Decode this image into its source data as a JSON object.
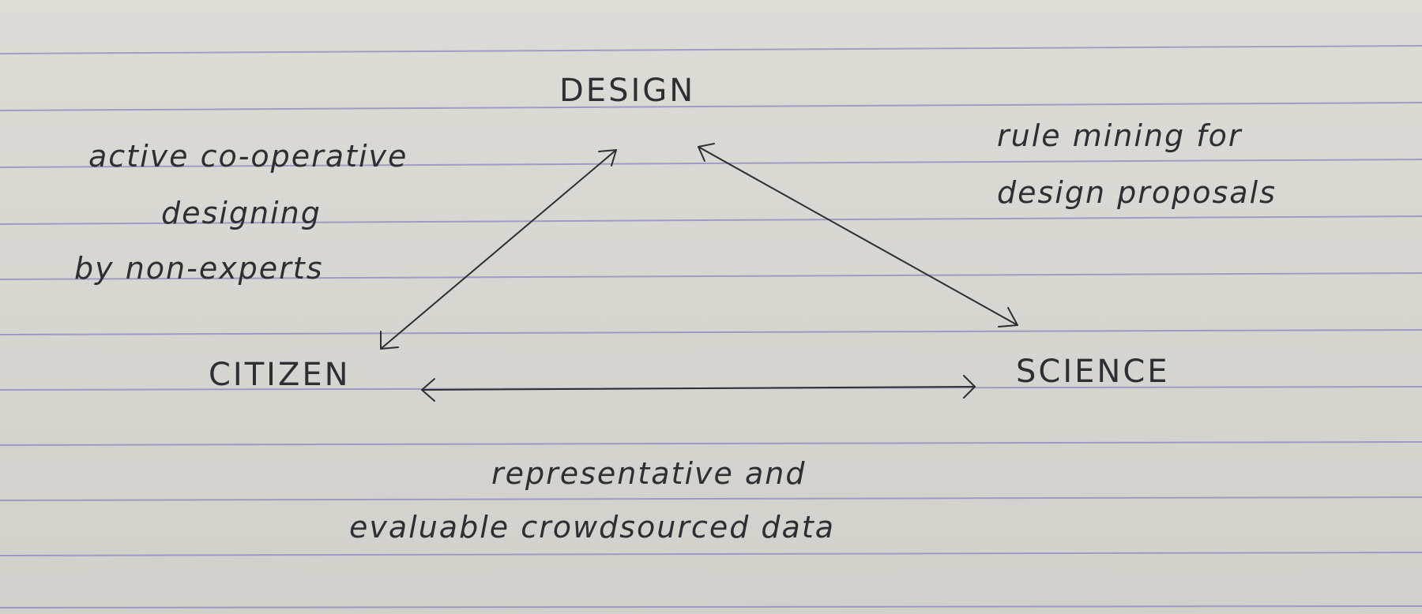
{
  "nodes": {
    "design": "DESIGN",
    "citizen": "CITIZEN",
    "science": "SCIENCE"
  },
  "annotations": {
    "design_citizen": [
      "active co-operative",
      "designing",
      "by non-experts"
    ],
    "design_science": [
      "rule mining for",
      "design proposals"
    ],
    "citizen_science": [
      "representative and",
      "evaluable crowdsourced data"
    ]
  },
  "colors": {
    "paper": "#d9d7d2",
    "ruled_line": "#8f86c2",
    "ink": "#2e2e33"
  }
}
